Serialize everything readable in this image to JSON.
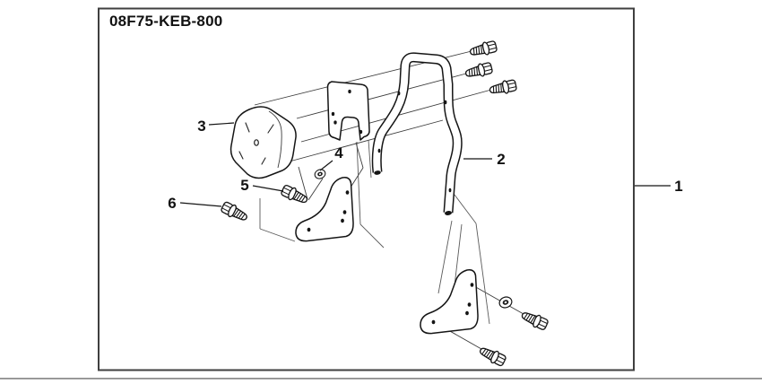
{
  "title": "08F75-KEB-800",
  "callouts": {
    "c1": "1",
    "c2": "2",
    "c3": "3",
    "c4": "4",
    "c5": "5",
    "c6": "6"
  },
  "colors": {
    "line": "#151515",
    "frame_border": "#3f3f3f",
    "separator": "#8f8f8f",
    "background": "#ffffff"
  },
  "icons": {
    "backrest_pad": "backrest-pad",
    "pipe_frame": "sissy-bar-pipe",
    "upper_plate": "upper-mount-plate",
    "left_bracket": "left-mount-bracket",
    "right_bracket": "right-mount-bracket",
    "washer": "washer",
    "bolt": "flange-bolt"
  }
}
